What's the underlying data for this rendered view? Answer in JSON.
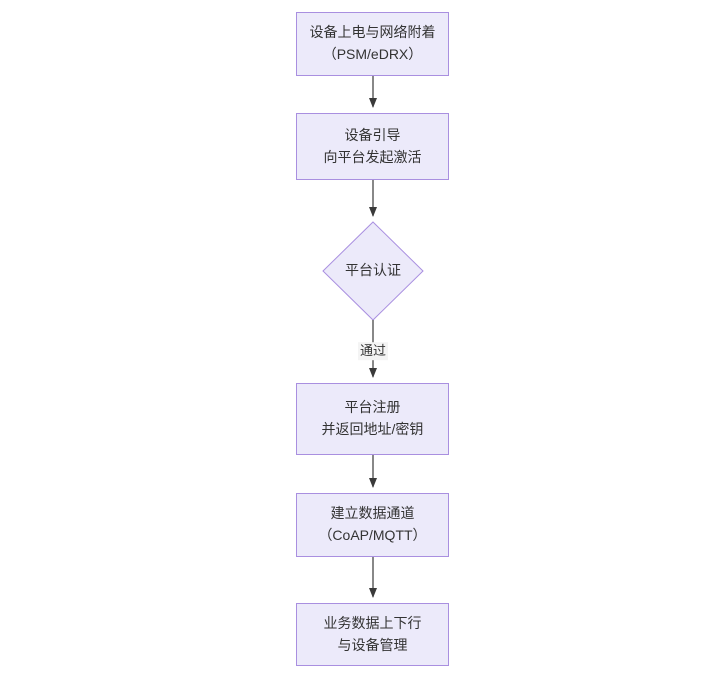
{
  "diagram": {
    "type": "flowchart",
    "orientation": "top-to-bottom",
    "background_color": "#ffffff",
    "node_fill_color": "#ECEAFA",
    "node_border_color": "#A98FE0",
    "text_color": "#333333",
    "connector_color": "#3A3A3A",
    "nodes": [
      {
        "id": "power-on",
        "shape": "rectangle",
        "lines": [
          "设备上电与网络附着",
          "（PSM/eDRX）"
        ]
      },
      {
        "id": "bootstrap",
        "shape": "rectangle",
        "lines": [
          "设备引导",
          "向平台发起激活"
        ]
      },
      {
        "id": "platform-auth",
        "shape": "diamond",
        "lines": [
          "平台认证"
        ]
      },
      {
        "id": "platform-register",
        "shape": "rectangle",
        "lines": [
          "平台注册",
          "并返回地址/密钥"
        ]
      },
      {
        "id": "data-channel",
        "shape": "rectangle",
        "lines": [
          "建立数据通道",
          "（CoAP/MQTT）"
        ]
      },
      {
        "id": "business-data",
        "shape": "rectangle",
        "lines": [
          "业务数据上下行",
          "与设备管理"
        ]
      }
    ],
    "edges": [
      {
        "from": "power-on",
        "to": "bootstrap",
        "label": ""
      },
      {
        "from": "bootstrap",
        "to": "platform-auth",
        "label": ""
      },
      {
        "from": "platform-auth",
        "to": "platform-register",
        "label": "通过"
      },
      {
        "from": "platform-register",
        "to": "data-channel",
        "label": ""
      },
      {
        "from": "data-channel",
        "to": "business-data",
        "label": ""
      }
    ]
  }
}
